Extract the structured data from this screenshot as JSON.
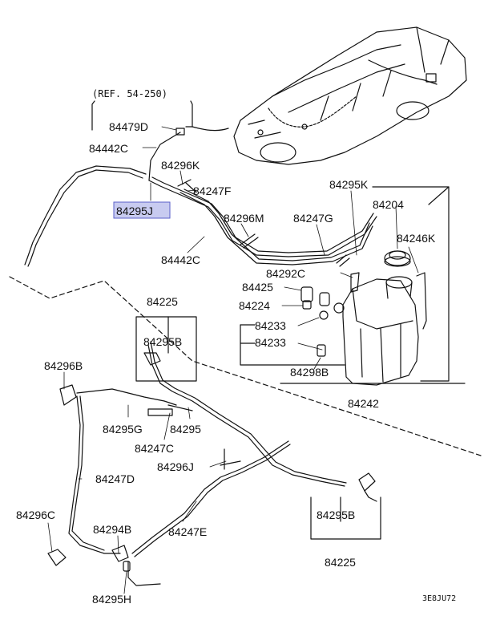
{
  "reference": "(REF. 54-250)",
  "drawing_code": "3E8JU72",
  "highlight_color": "#c8cbf0",
  "highlighted_part": "84295J",
  "parts": {
    "p84479D": "84479D",
    "p84442C_top": "84442C",
    "p84296K": "84296K",
    "p84247F": "84247F",
    "p84295J": "84295J",
    "p84296M": "84296M",
    "p84247G": "84247G",
    "p84442C_mid": "84442C",
    "p84295K": "84295K",
    "p84204": "84204",
    "p84246K": "84246K",
    "p84292C": "84292C",
    "p84425": "84425",
    "p84224": "84224",
    "p84225_top": "84225",
    "p84233_a": "84233",
    "p84233_b": "84233",
    "p84295B_top": "84295B",
    "p84298B": "84298B",
    "p84296B": "84296B",
    "p84242": "84242",
    "p84295G": "84295G",
    "p84295": "84295",
    "p84247C": "84247C",
    "p84296J": "84296J",
    "p84247D": "84247D",
    "p84296C": "84296C",
    "p84294B": "84294B",
    "p84247E": "84247E",
    "p84295B_bot": "84295B",
    "p84225_bot": "84225",
    "p84295H": "84295H"
  }
}
